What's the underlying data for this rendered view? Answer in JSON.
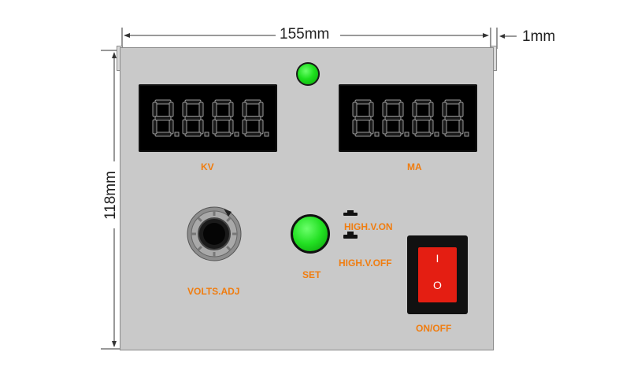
{
  "dimensions": {
    "width_label": "155mm",
    "height_label": "118mm",
    "thickness_label": "1mm"
  },
  "displays": [
    {
      "id": "kv",
      "digits": "8.8.8.8.",
      "label": "KV"
    },
    {
      "id": "ma",
      "digits": "8.8.8.8.",
      "label": "MA"
    }
  ],
  "indicator": {
    "state": "on",
    "color": "#22dd22"
  },
  "knob": {
    "label": "VOLTS.ADJ"
  },
  "set_button": {
    "label": "SET",
    "color": "#22dd22"
  },
  "high_voltage_switch": {
    "on_label": "HIGH.V.ON",
    "off_label": "HIGH.V.OFF"
  },
  "power_switch": {
    "label": "ON/OFF",
    "top_mark": "I",
    "bottom_mark": "O",
    "color": "#e41e12"
  },
  "colors": {
    "label": "#f07d10",
    "panel": "#c9c9c9",
    "segment_off": "#1a1a1a",
    "segment_stroke": "#9a9a9a"
  }
}
